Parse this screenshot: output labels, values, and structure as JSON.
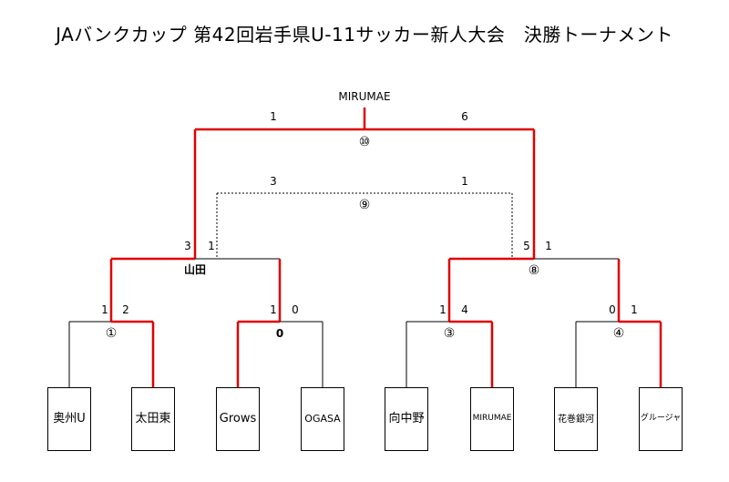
{
  "title": "JAバンクカップ 第42回岩手県U-11サッカー新人大会　決勝トーナメント",
  "champion": "MIRUMAE",
  "teams": [
    "奥州U",
    "太田東",
    "Grows",
    "OGASA",
    "向中野",
    "MIRUMAE",
    "花巻銀河",
    "グルージャ"
  ],
  "matches": {
    "m1": {
      "label": "①",
      "score_left": "1",
      "score_right": "2"
    },
    "m2": {
      "label": "",
      "score_left": "1",
      "score_right": "0",
      "note": "0"
    },
    "m3": {
      "label": "③",
      "score_left": "1",
      "score_right": "4"
    },
    "m4": {
      "label": "④",
      "score_left": "0",
      "score_right": "1"
    },
    "m7": {
      "label": "",
      "score_left": "3",
      "score_right": "1",
      "note": "山田"
    },
    "m8": {
      "label": "⑧",
      "score_left": "5",
      "score_right": "1"
    },
    "m9": {
      "label": "⑨",
      "score_left": "3",
      "score_right": "1"
    },
    "m10": {
      "label": "⑩",
      "score_left": "1",
      "score_right": "6"
    }
  },
  "colors": {
    "line": "#000000",
    "winner": "#e00000"
  }
}
